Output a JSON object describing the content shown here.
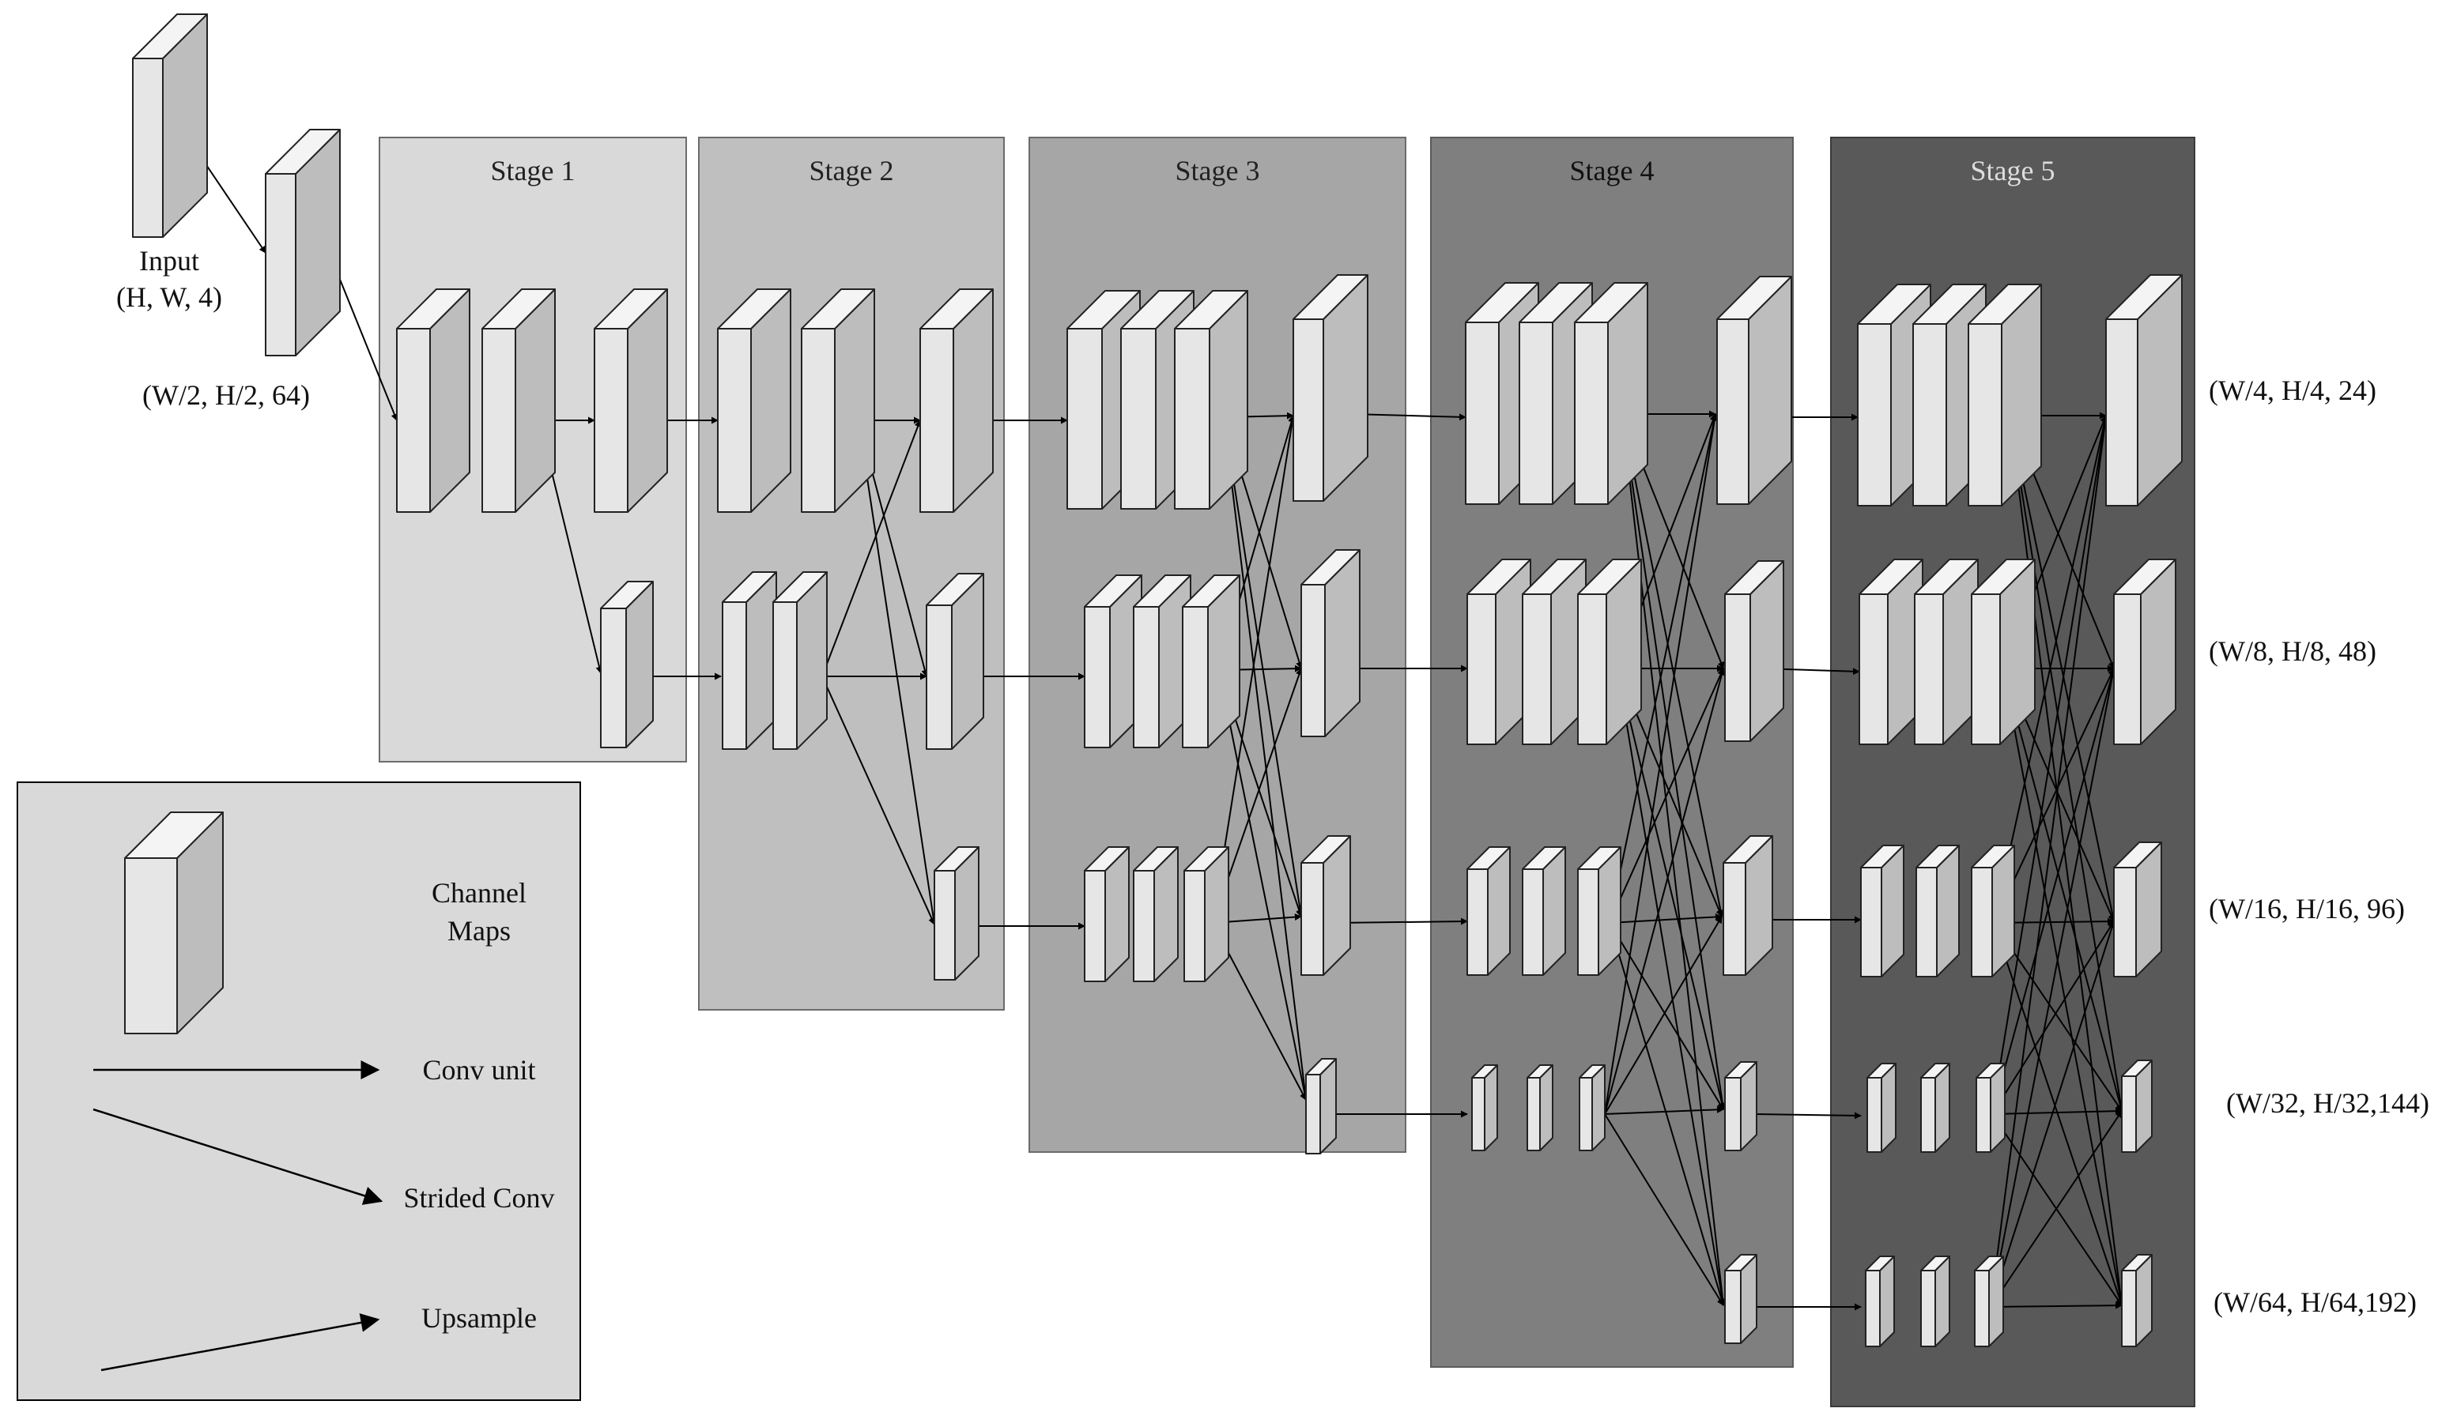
{
  "input": {
    "label": "Input",
    "dims": "(H, W, 4)"
  },
  "stem": {
    "dims": "(W/2, H/2, 64)"
  },
  "stages": [
    {
      "title": "Stage 1",
      "fill": "#d9d9d9"
    },
    {
      "title": "Stage 2",
      "fill": "#bfbfbf"
    },
    {
      "title": "Stage 3",
      "fill": "#a6a6a6"
    },
    {
      "title": "Stage 4",
      "fill": "#7f7f7f"
    },
    {
      "title": "Stage 5",
      "fill": "#595959"
    }
  ],
  "branch_dims": [
    "(W/4, H/4, 24)",
    "(W/8, H/8, 48)",
    "(W/16, H/16, 96)",
    "(W/32, H/32,144)",
    "(W/64, H/64,192)"
  ],
  "legend": {
    "channel_maps_line1": "Channel",
    "channel_maps_line2": "Maps",
    "conv_unit": "Conv unit",
    "strided_conv": "Strided Conv",
    "upsample": "Upsample",
    "fill": "#d9d9d9"
  },
  "colors": {
    "block_front": "#e6e6e6",
    "block_side": "#bdbdbd",
    "block_top": "#f4f4f4",
    "line": "#000000"
  }
}
